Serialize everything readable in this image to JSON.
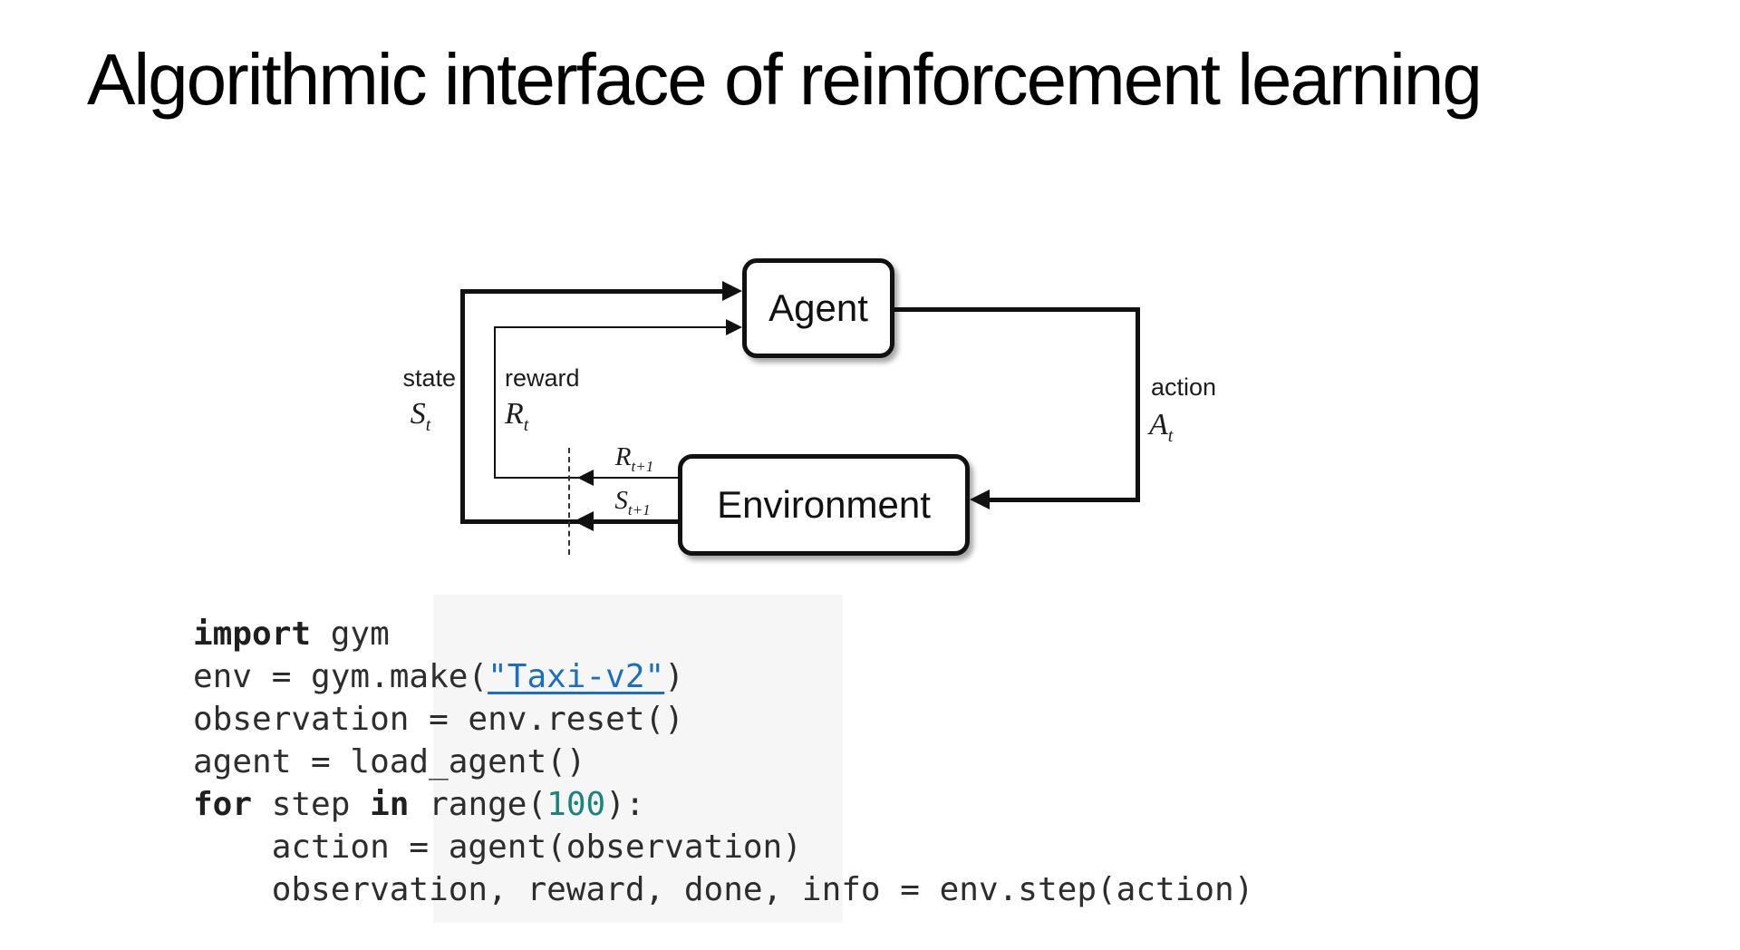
{
  "slide": {
    "title": "Algorithmic interface of reinforcement learning"
  },
  "diagram": {
    "agent_label": "Agent",
    "environment_label": "Environment",
    "state_label": "state",
    "state_symbol": "S",
    "state_sub": "t",
    "reward_label": "reward",
    "reward_symbol": "R",
    "reward_sub": "t",
    "action_label": "action",
    "action_symbol": "A",
    "action_sub": "t",
    "next_reward_symbol": "R",
    "next_reward_sub": "t+1",
    "next_state_symbol": "S",
    "next_state_sub": "t+1"
  },
  "code": {
    "lines": [
      [
        {
          "t": "kw",
          "s": "import"
        },
        {
          "t": "pl",
          "s": " gym"
        }
      ],
      [
        {
          "t": "pl",
          "s": "env = gym.make("
        },
        {
          "t": "link",
          "s": "\"Taxi-v2\""
        },
        {
          "t": "pl",
          "s": ")"
        }
      ],
      [
        {
          "t": "pl",
          "s": "observation = env.reset()"
        }
      ],
      [
        {
          "t": "pl",
          "s": "agent = load_agent()"
        }
      ],
      [
        {
          "t": "kw",
          "s": "for"
        },
        {
          "t": "pl",
          "s": " step "
        },
        {
          "t": "kw",
          "s": "in"
        },
        {
          "t": "pl",
          "s": " range("
        },
        {
          "t": "num",
          "s": "100"
        },
        {
          "t": "pl",
          "s": "):"
        }
      ],
      [
        {
          "t": "pl",
          "s": "    action = agent(observation)"
        }
      ],
      [
        {
          "t": "pl",
          "s": "    observation, reward, done, info = env.step(action)"
        }
      ]
    ]
  },
  "colors": {
    "link_blue": "#1b6ec2",
    "number_teal": "#16857d",
    "code_text": "#2d2d2d",
    "diagram_ink": "#111111"
  }
}
